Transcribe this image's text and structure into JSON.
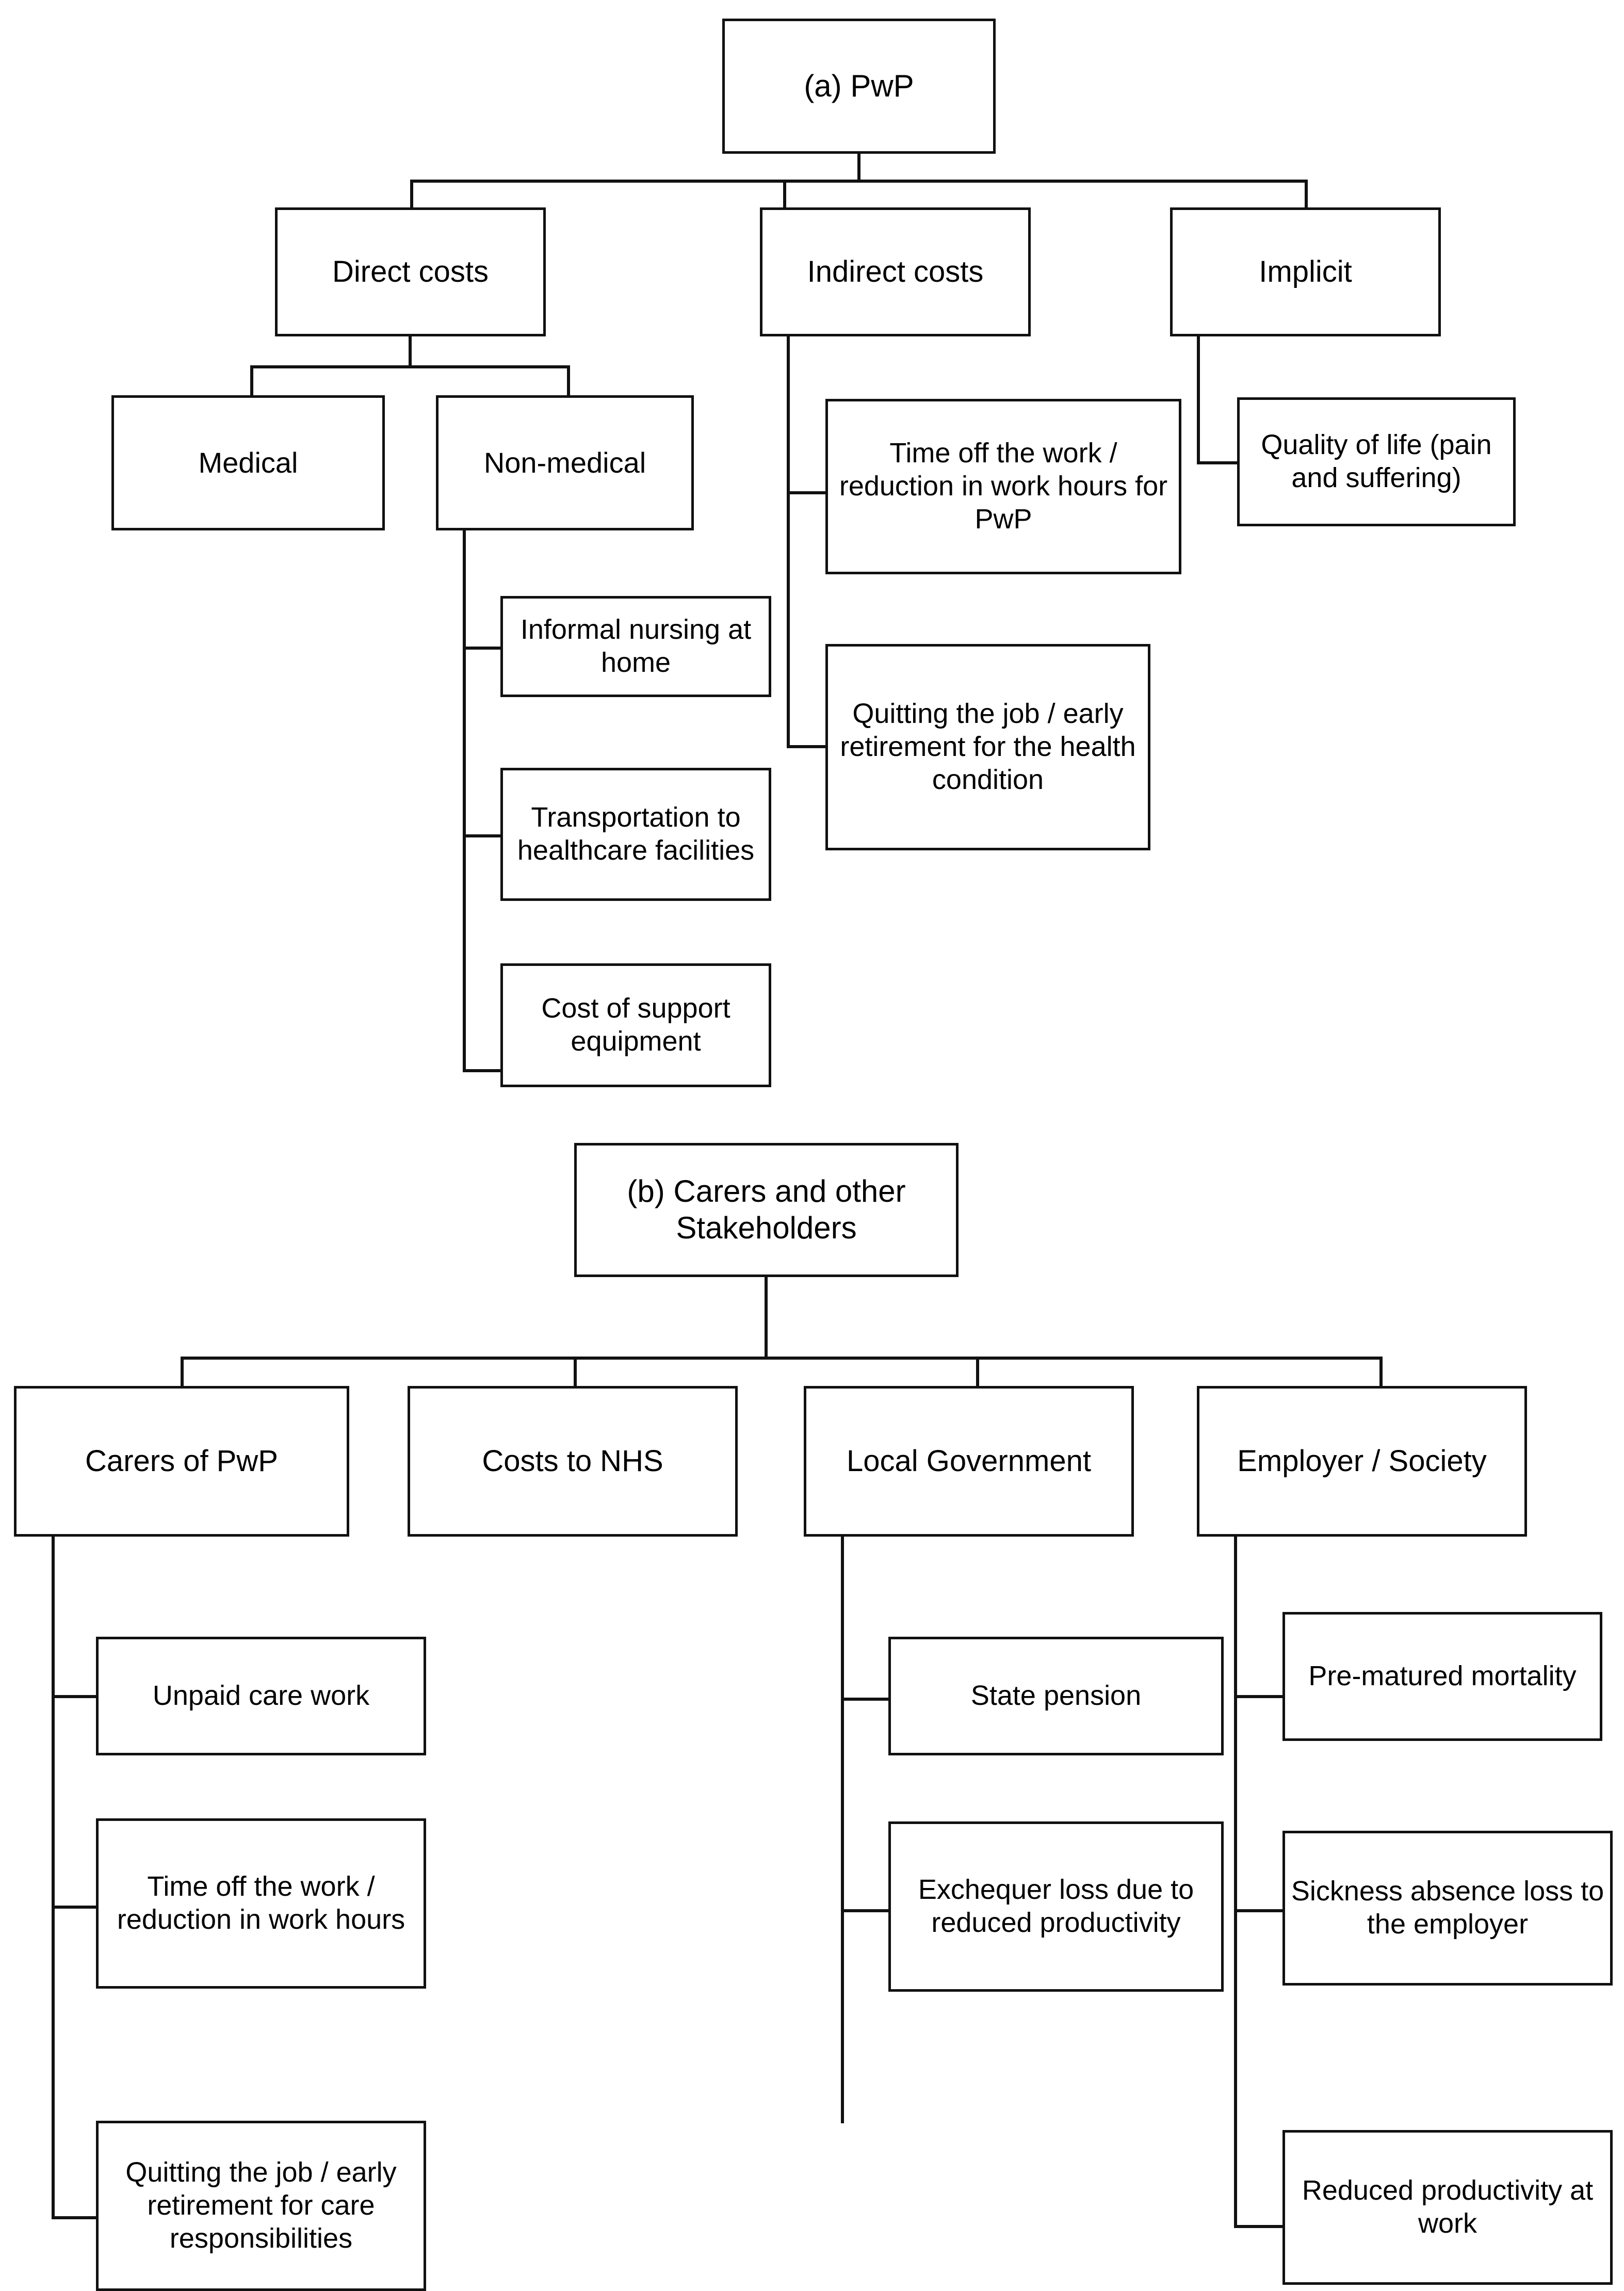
{
  "figure": {
    "title_a": "(a) PwP",
    "title_b": "(b) Carers and other Stakeholders"
  },
  "panel_a": {
    "root": "(a) PwP",
    "level1": [
      {
        "label": "Direct costs"
      },
      {
        "label": "Indirect costs"
      },
      {
        "label": "Implicit"
      }
    ],
    "direct_children": [
      {
        "label": "Medical"
      },
      {
        "label": "Non-medical"
      }
    ],
    "non_medical_children": [
      {
        "label": "Informal nursing at home"
      },
      {
        "label": "Transportation to healthcare facilities"
      },
      {
        "label": "Cost of support equipment"
      }
    ],
    "indirect_children": [
      {
        "label": "Time off the work / reduction in work hours for PwP"
      },
      {
        "label": "Quitting the job / early retirement for the health condition"
      }
    ],
    "implicit_children": [
      {
        "label": "Quality of life (pain and suffering)"
      }
    ]
  },
  "panel_b": {
    "root": "(b) Carers and other Stakeholders",
    "level1": [
      {
        "label": "Carers of PwP"
      },
      {
        "label": "Costs to NHS"
      },
      {
        "label": "Local Government"
      },
      {
        "label": "Employer / Society"
      }
    ],
    "carers_children": [
      {
        "label": "Unpaid care work"
      },
      {
        "label": "Time off the work / reduction in work hours"
      },
      {
        "label": "Quitting the job / early retirement for care responsibilities"
      }
    ],
    "nhs_children": [],
    "local_government_children": [
      {
        "label": "State pension"
      },
      {
        "label": "Exchequer loss due to reduced productivity"
      }
    ],
    "employer_children": [
      {
        "label": "Pre-matured mortality"
      },
      {
        "label": "Sickness absence loss to the employer"
      },
      {
        "label": "Reduced productivity at work"
      }
    ]
  },
  "style": {
    "line_color": "#111111",
    "box_fill": "#ffffff",
    "text_color": "#000000"
  }
}
